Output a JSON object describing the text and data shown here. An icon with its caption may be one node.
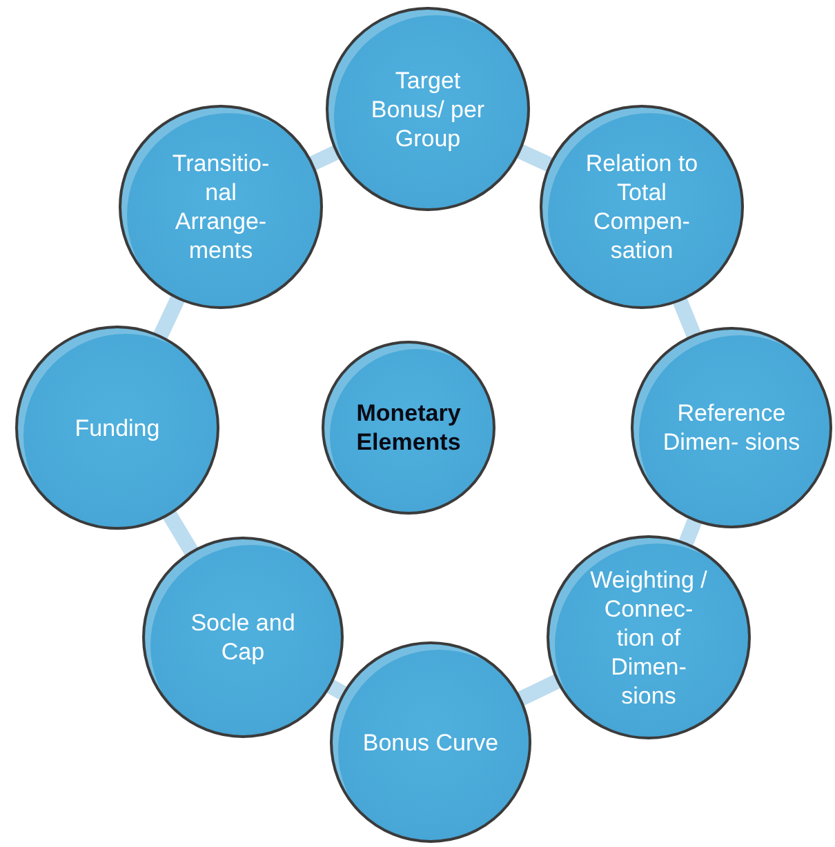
{
  "diagram": {
    "nodes": [
      {
        "text": [
          "Target Bonus/ per Group"
        ]
      },
      {
        "text": [
          "Relation to Total Compen- sation"
        ]
      },
      {
        "text": [
          "Reference Dimen- sions"
        ]
      },
      {
        "text": [
          "Weighting / Connec- tion of Dimen- sions"
        ]
      },
      {
        "text": [
          "Bonus Curve"
        ]
      },
      {
        "text": [
          "Socle and Cap"
        ]
      },
      {
        "text": [
          "Funding"
        ]
      },
      {
        "text": [
          "Transitio- nal Arrange- ments"
        ]
      },
      {
        "text": [
          "Monetary Elements"
        ]
      }
    ],
    "edges": [
      {
        "from": 0,
        "to": 1,
        "arrow": "none"
      },
      {
        "from": 1,
        "to": 2,
        "arrow": "none"
      },
      {
        "from": 2,
        "to": 3,
        "arrow": "none"
      },
      {
        "from": 3,
        "to": 4,
        "arrow": "none"
      },
      {
        "from": 4,
        "to": 5,
        "arrow": "none"
      },
      {
        "from": 5,
        "to": 6,
        "arrow": "none"
      },
      {
        "from": 6,
        "to": 7,
        "arrow": "none"
      },
      {
        "from": 7,
        "to": 0,
        "arrow": "none"
      }
    ]
  }
}
